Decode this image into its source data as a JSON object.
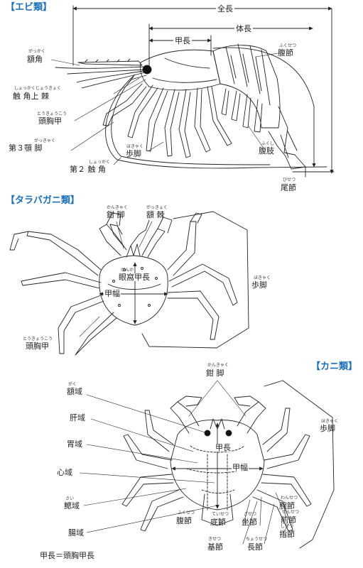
{
  "ebi": {
    "title": "【エビ類】",
    "dims": {
      "zencho": "全長",
      "taicho": "体長",
      "kocho": "甲長"
    },
    "labels": {
      "gakkaku": {
        "text": "額角",
        "ruby": "がっかく"
      },
      "shokakujokyoku": {
        "text": "触 角上 棘",
        "ruby": "しょっかくじょうきょく"
      },
      "tokyoko": {
        "text": "頭胸甲",
        "ruby": "とうきょうこう"
      },
      "dai3gakkyaku": {
        "text": "第３顎 脚",
        "ruby": "がっきゃく"
      },
      "dai2shokkaku": {
        "text": "第２ 触 角",
        "ruby": "しょっかく"
      },
      "hokyaku": {
        "text": "歩脚",
        "ruby": "ほきゃく"
      },
      "fukusetsu": {
        "text": "腹節",
        "ruby": "ふくせつ"
      },
      "fukushi": {
        "text": "腹肢",
        "ruby": "ふくし"
      },
      "bisetsu": {
        "text": "尾節",
        "ruby": "びせつ"
      }
    }
  },
  "tarabagani": {
    "title": "【タラバガニ類】",
    "labels": {
      "kankyaku": {
        "text": "鉗 脚",
        "ruby": "かんきゃく"
      },
      "gakkyoku": {
        "text": "額 棘",
        "ruby": "がっきょく"
      },
      "gankakochou": {
        "text": "眼窩甲長",
        "ruby": "がんか"
      },
      "kouhaba": {
        "text": "甲幅"
      },
      "hokyaku": {
        "text": "歩脚",
        "ruby": "ほきゃく"
      },
      "tokyoko": {
        "text": "頭胸甲",
        "ruby": "とうきょうこう"
      }
    }
  },
  "kani": {
    "title": "【カニ類】",
    "labels": {
      "kankyaku": {
        "text": "鉗 脚",
        "ruby": "かんきゃく"
      },
      "gakuiki": {
        "text": "額域",
        "ruby": "がく"
      },
      "kaniki": {
        "text": "肝域"
      },
      "iiki": {
        "text": "胃域"
      },
      "shiniki": {
        "text": "心域"
      },
      "saiiki": {
        "text": "鰓域",
        "ruby": "さい"
      },
      "choiki": {
        "text": "腸域"
      },
      "kocho": {
        "text": "甲長"
      },
      "kouhaba": {
        "text": "甲幅"
      },
      "hokyaku": {
        "text": "歩脚",
        "ruby": "ほきゃく"
      },
      "fukusetsu": {
        "text": "腹節",
        "ruby": "ふくせつ"
      },
      "teisetsu": {
        "text": "底節",
        "ruby": "ていせつ"
      },
      "zasetsu": {
        "text": "坐節",
        "ruby": "ざせつ"
      },
      "kisetsu": {
        "text": "基節",
        "ruby": "きせつ"
      },
      "chosetsu": {
        "text": "長節",
        "ruby": "ちょうせつ"
      },
      "wansetsu": {
        "text": "腕節",
        "ruby": "わんせつ"
      },
      "zensetsu": {
        "text": "前節",
        "ruby": "ぜんせつ"
      },
      "shisetsu": {
        "text": "指節",
        "ruby": "しせつ"
      }
    },
    "note": "甲長＝頭胸甲長"
  }
}
